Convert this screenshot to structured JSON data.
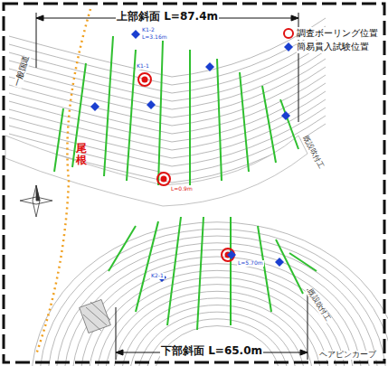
{
  "diagram": {
    "labels": [
      "上部斜面 L=87.4m",
      "下部斜面 L=65.0m",
      "一般国道",
      "尾根",
      "既設吹付工",
      "既設吹付工",
      "ヘアピンカーブ",
      "K1-2",
      "L=3.16m",
      "L=0.9m",
      "K1-1",
      "L=5.70m",
      "K2-1"
    ],
    "legend": [
      {
        "text": "調査ボーリング位置"
      },
      {
        "text": "簡易貫入試験位置"
      }
    ]
  }
}
